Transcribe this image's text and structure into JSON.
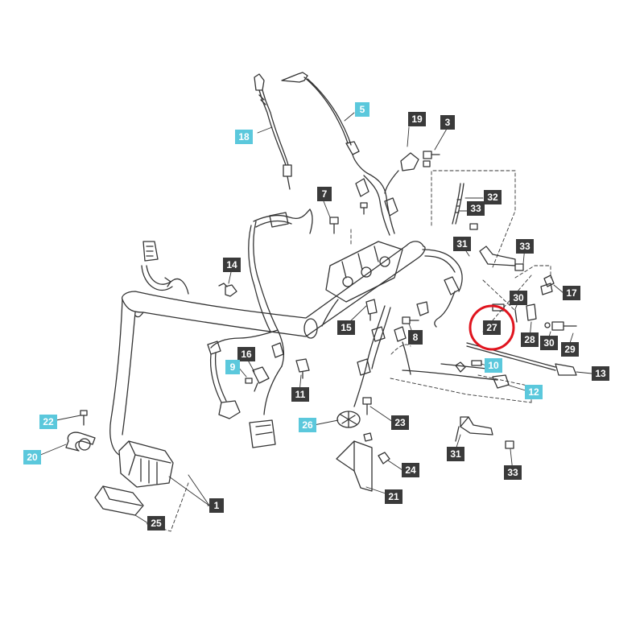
{
  "colors": {
    "line": "#333333",
    "label_dark": "#3a3a3a",
    "label_blue": "#5bc8dc",
    "highlight": "#e0141e"
  },
  "highlighted_part": "27",
  "callouts": [
    {
      "id": "c18",
      "label": "18",
      "style": "blue"
    },
    {
      "id": "c5",
      "label": "5",
      "style": "blue"
    },
    {
      "id": "c19",
      "label": "19",
      "style": "dark"
    },
    {
      "id": "c3",
      "label": "3",
      "style": "dark"
    },
    {
      "id": "c7",
      "label": "7",
      "style": "dark"
    },
    {
      "id": "c32",
      "label": "32",
      "style": "dark"
    },
    {
      "id": "c33a",
      "label": "33",
      "style": "dark"
    },
    {
      "id": "c31a",
      "label": "31",
      "style": "dark"
    },
    {
      "id": "c33b",
      "label": "33",
      "style": "dark"
    },
    {
      "id": "c14",
      "label": "14",
      "style": "dark"
    },
    {
      "id": "c17",
      "label": "17",
      "style": "dark"
    },
    {
      "id": "c30a",
      "label": "30",
      "style": "dark"
    },
    {
      "id": "c27",
      "label": "27",
      "style": "dark"
    },
    {
      "id": "c28",
      "label": "28",
      "style": "dark"
    },
    {
      "id": "c30b",
      "label": "30",
      "style": "dark"
    },
    {
      "id": "c29",
      "label": "29",
      "style": "dark"
    },
    {
      "id": "c15",
      "label": "15",
      "style": "dark"
    },
    {
      "id": "c8",
      "label": "8",
      "style": "dark"
    },
    {
      "id": "c16",
      "label": "16",
      "style": "dark"
    },
    {
      "id": "c9",
      "label": "9",
      "style": "blue"
    },
    {
      "id": "c11",
      "label": "11",
      "style": "dark"
    },
    {
      "id": "c10",
      "label": "10",
      "style": "blue"
    },
    {
      "id": "c13",
      "label": "13",
      "style": "dark"
    },
    {
      "id": "c12",
      "label": "12",
      "style": "blue"
    },
    {
      "id": "c22",
      "label": "22",
      "style": "blue"
    },
    {
      "id": "c26",
      "label": "26",
      "style": "blue"
    },
    {
      "id": "c23",
      "label": "23",
      "style": "dark"
    },
    {
      "id": "c20",
      "label": "20",
      "style": "blue"
    },
    {
      "id": "c31b",
      "label": "31",
      "style": "dark"
    },
    {
      "id": "c24",
      "label": "24",
      "style": "dark"
    },
    {
      "id": "c33c",
      "label": "33",
      "style": "dark"
    },
    {
      "id": "c21",
      "label": "21",
      "style": "dark"
    },
    {
      "id": "c1",
      "label": "1",
      "style": "dark"
    },
    {
      "id": "c25",
      "label": "25",
      "style": "dark"
    }
  ]
}
